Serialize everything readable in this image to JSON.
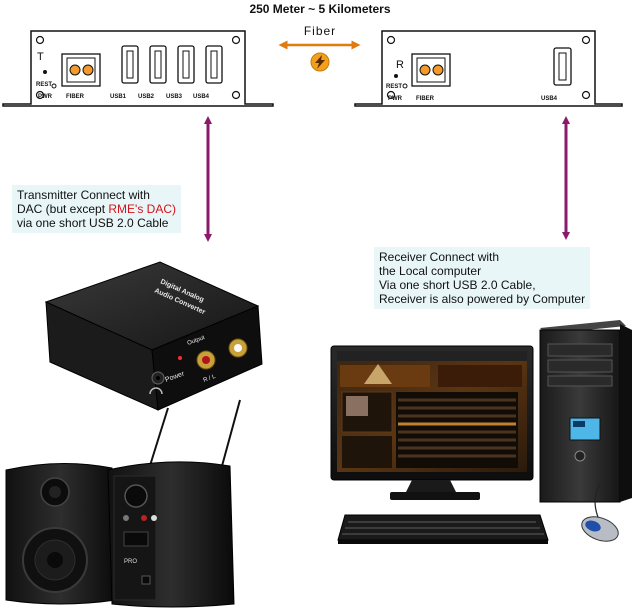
{
  "header": {
    "distance": "250 Meter ~ 5 Kilometers",
    "link_label": "Fiber"
  },
  "transmitter": {
    "letter": "T",
    "reset_label": "REST",
    "power_label": "PWR",
    "fiber_label": "FIBER",
    "usb_ports": [
      "USB1",
      "USB2",
      "USB3",
      "USB4"
    ]
  },
  "receiver": {
    "letter": "R",
    "reset_label": "REST",
    "power_label": "PWR",
    "fiber_label": "FIBER",
    "usb_port": "USB4"
  },
  "transmitter_note": {
    "line1": "Transmitter Connect with",
    "line2_prefix": "DAC (but except ",
    "line2_highlight": "RME's DAC)",
    "line3": "via one short USB 2.0 Cable"
  },
  "receiver_note": {
    "line1": "Receiver Connect with",
    "line2": "the Local computer",
    "line3": "Via one short USB 2.0 Cable,",
    "line4": "Receiver is also powered by Computer"
  },
  "dac": {
    "title_line1": "Digital Analog",
    "title_line2": "Audio Converter",
    "output_label": "Output",
    "power_label": "Power",
    "rl_label": "R / L"
  },
  "speaker": {
    "brand": "PRO"
  },
  "colors": {
    "arrow": "#8b1a6b",
    "callout_bg": "#e8f6f8",
    "highlight": "#d4141a",
    "fiber_badge": "#f2a01c"
  }
}
